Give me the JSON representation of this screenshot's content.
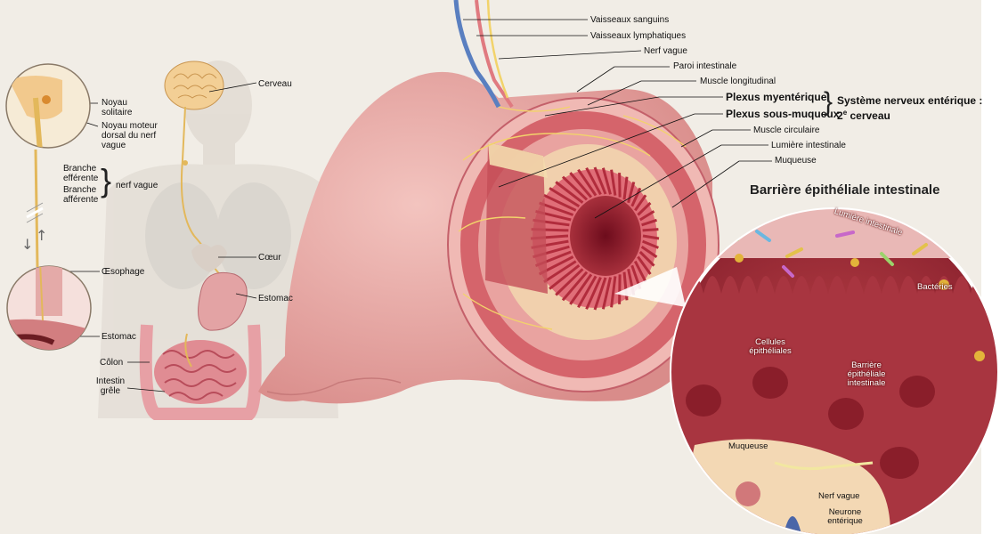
{
  "title": "Barrière épithéliale intestinale",
  "left_labels": {
    "noyau_solitaire": "Noyau solitaire",
    "noyau_moteur": "Noyau moteur dorsal du nerf vague",
    "branche_efferente": "Branche efférente",
    "branche_afferente": "Branche afférente",
    "nerf_vague": "nerf vague",
    "oesophage": "Œsophage",
    "estomac": "Estomac",
    "colon": "Côlon",
    "intestin_grele": "Intestin grêle"
  },
  "body_labels": {
    "cerveau": "Cerveau",
    "coeur": "Cœur",
    "estomac": "Estomac"
  },
  "top_labels": {
    "vaisseaux_sanguins": "Vaisseaux sanguins",
    "vaisseaux_lymphatiques": "Vaisseaux lymphatiques",
    "nerf_vague": "Nerf vague",
    "paroi_intestinale": "Paroi intestinale",
    "muscle_longitudinal": "Muscle longitudinal",
    "plexus_myenterique": "Plexus myentérique",
    "plexus_sous_muqueux": "Plexus sous-muqueux",
    "snc_line1": "Système nerveux entérique :",
    "snc_line2_prefix": "2",
    "snc_line2_sup": "e",
    "snc_line2_suffix": " cerveau",
    "muscle_circulaire": "Muscle circulaire",
    "lumiere_intestinale": "Lumière intestinale",
    "muqueuse": "Muqueuse"
  },
  "inset_labels": {
    "lumiere_intestinale": "Lumière intestinale",
    "bacteries": "Bactéries",
    "cellules_epitheliales": "Cellules épithéliales",
    "barriere": "Barrière épithéliale intestinale",
    "muqueuse": "Muqueuse",
    "nerf_vague": "Nerf vague",
    "neurone": "Neurone entérique"
  },
  "colors": {
    "background": "#f1ede6",
    "tissue": "#e7a6a0",
    "muscle": "#c9525a",
    "lumen": "#8a1626",
    "nerve": "#f2d36b"
  }
}
